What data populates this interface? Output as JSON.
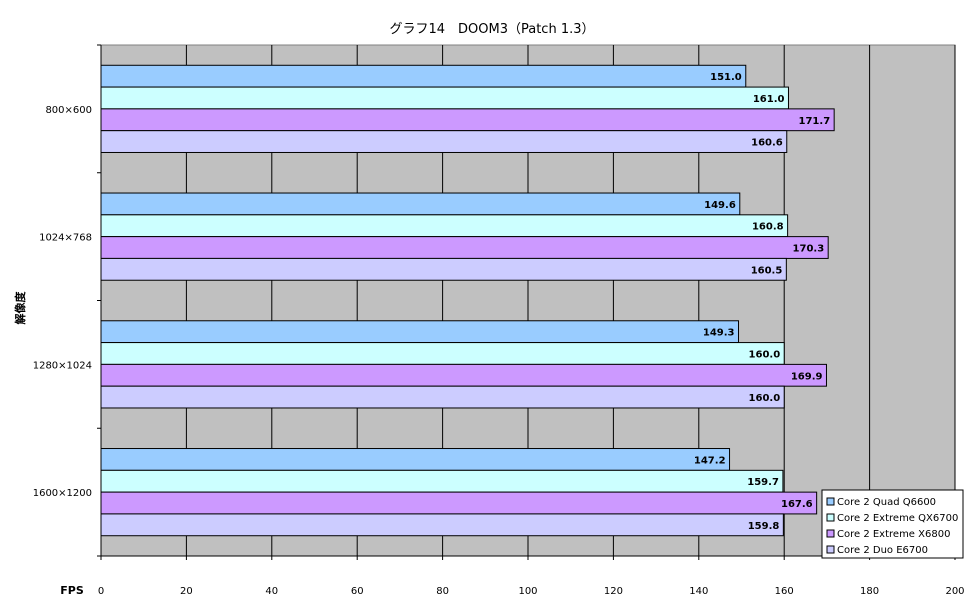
{
  "chart_data": {
    "type": "bar",
    "orientation": "horizontal",
    "title": "グラフ14　DOOM3（Patch 1.3）",
    "xlabel": "FPS",
    "ylabel": "解像度",
    "xlim": [
      0,
      200
    ],
    "xticks": [
      0,
      20,
      40,
      60,
      80,
      100,
      120,
      140,
      160,
      180,
      200
    ],
    "grid": true,
    "legend_position": "bottom-right",
    "categories": [
      "800×600",
      "1024×768",
      "1280×1024",
      "1600×1200"
    ],
    "series": [
      {
        "name": "Core 2 Quad Q6600",
        "color": "#99ccff",
        "values": [
          151.0,
          149.6,
          149.3,
          147.2
        ]
      },
      {
        "name": "Core 2 Extreme QX6700",
        "color": "#ccffff",
        "values": [
          161.0,
          160.8,
          160.0,
          159.7
        ]
      },
      {
        "name": "Core 2 Extreme X6800",
        "color": "#cc99ff",
        "values": [
          171.7,
          170.3,
          169.9,
          167.6
        ]
      },
      {
        "name": "Core 2 Duo E6700",
        "color": "#ccccff",
        "values": [
          160.6,
          160.5,
          160.0,
          159.8
        ]
      }
    ],
    "plot_background": "#c0c0c0"
  }
}
